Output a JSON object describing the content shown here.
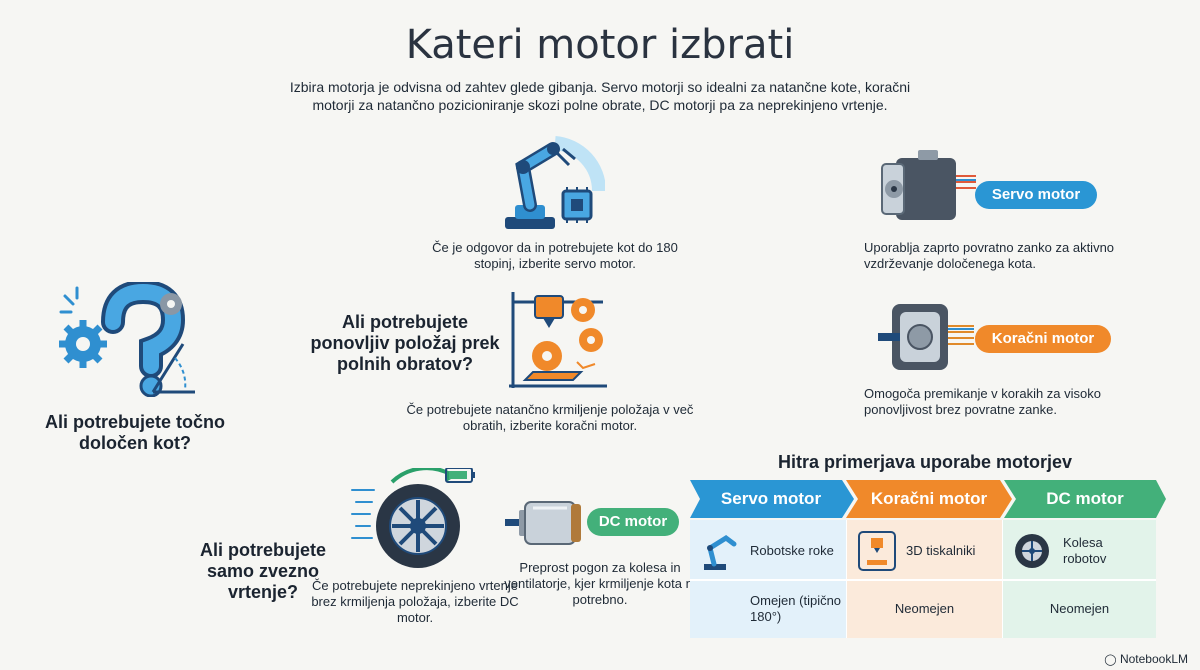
{
  "title": "Kateri motor izbrati",
  "subtitle": "Izbira motorja je odvisna od zahtev glede gibanja. Servo motorji so idealni za natančne kote, koračni motorji za natančno pozicioniranje skozi polne obrate, DC motorji pa za neprekinjeno vrtenje.",
  "questions": {
    "angle": "Ali potrebujete točno določen kot?",
    "position": "Ali potrebujete ponovljiv položaj prek polnih obratov?",
    "rotation": "Ali potrebujete samo zvezno vrtenje?"
  },
  "answers": {
    "servo": "Če je odgovor da in potrebujete kot do 180 stopinj, izberite servo motor.",
    "stepper": "Če potrebujete natančno krmiljenje položaja v več obratih, izberite koračni motor.",
    "dc": "Če potrebujete neprekinjeno vrtenje brez krmiljenja položaja, izberite DC motor."
  },
  "motors": {
    "servo": {
      "label": "Servo motor",
      "desc": "Uporablja zaprto povratno zanko za aktivno vzdrževanje določenega kota."
    },
    "stepper": {
      "label": "Koračni motor",
      "desc": "Omogoča premikanje v korakih za visoko ponovljivost brez povratne zanke."
    },
    "dc": {
      "label": "DC motor",
      "desc": "Preprost pogon za kolesa in ventilatorje, kjer krmiljenje kota ni potrebno."
    }
  },
  "table": {
    "title": "Hitra primerjava uporabe motorjev",
    "headers": [
      "Servo motor",
      "Koračni motor",
      "DC motor"
    ],
    "uses": [
      "Robotske roke",
      "3D tiskalniki",
      "Kolesa robotov"
    ],
    "ranges": [
      "Omejen (tipično 180°)",
      "Neomejen",
      "Neomejen"
    ]
  },
  "footer": "NotebookLM",
  "colors": {
    "blue": "#2a96d4",
    "orange": "#f0892a",
    "green": "#43b07a",
    "navy": "#1f4a7a"
  }
}
